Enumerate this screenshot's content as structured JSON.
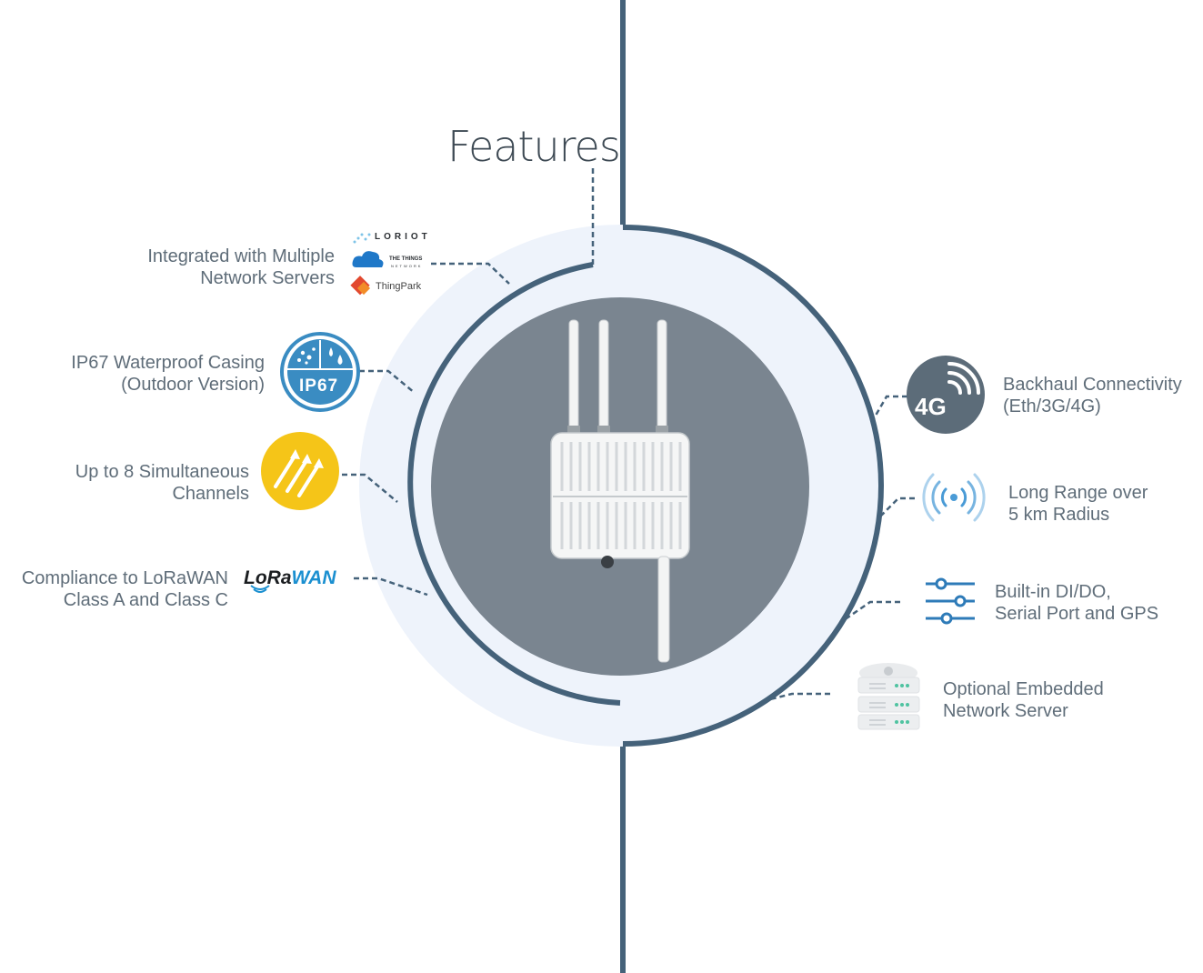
{
  "title": "Features",
  "features_left": [
    {
      "lines": [
        "Integrated with Multiple",
        "Network Servers"
      ],
      "icon": "network-server-logos-icon"
    },
    {
      "lines": [
        "IP67 Waterproof Casing",
        "(Outdoor Version)"
      ],
      "icon": "ip67-icon"
    },
    {
      "lines": [
        "Up to 8 Simultaneous",
        "Channels"
      ],
      "icon": "channels-arrows-icon"
    },
    {
      "lines": [
        "Compliance to LoRaWAN",
        "Class A and Class C"
      ],
      "icon": "lorawan-logo-icon"
    }
  ],
  "features_right": [
    {
      "lines": [
        "Backhaul Connectivity",
        "(Eth/3G/4G)"
      ],
      "icon": "4g-signal-icon"
    },
    {
      "lines": [
        "Long Range over",
        "5 km Radius"
      ],
      "icon": "radio-waves-icon"
    },
    {
      "lines": [
        "Built-in DI/DO,",
        "Serial Port and GPS"
      ],
      "icon": "sliders-icon"
    },
    {
      "lines": [
        "Optional Embedded",
        "Network Server"
      ],
      "icon": "server-stack-icon"
    }
  ],
  "logos": {
    "loriot": "LORIOT",
    "ttn_line1": "THE THINGS",
    "ttn_line2": "NETWORK",
    "thingpark": "ThingPark",
    "ip67": "IP67",
    "lorawan_lo": "LoRa",
    "lorawan_wan": "WAN",
    "fourg": "4G"
  },
  "colors": {
    "spine": "#45627a",
    "halo": "#eef3fb",
    "disc": "#7a8590",
    "ip67_blue": "#3a8cc2",
    "channels_yellow": "#f5c518",
    "lorawan_blue": "#1a8fd0",
    "fourg_bg": "#5c6c79",
    "radio_blue": "#4a9bd6",
    "slider_blue": "#2e7bb8"
  }
}
